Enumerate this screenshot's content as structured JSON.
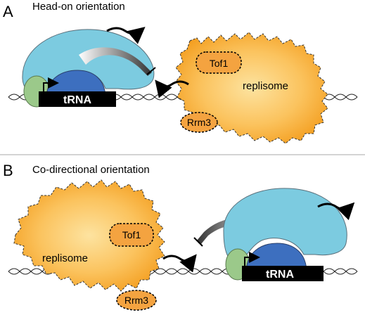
{
  "panel_a": {
    "letter": "A",
    "title": "Head-on orientation",
    "gene_label": "tRNA",
    "replisome_label": "replisome",
    "tof1_label": "Tof1",
    "rrm3_label": "Rrm3"
  },
  "panel_b": {
    "letter": "B",
    "title": "Co-directional orientation",
    "gene_label": "tRNA",
    "replisome_label": "replisome",
    "tof1_label": "Tof1",
    "rrm3_label": "Rrm3"
  },
  "colors": {
    "replisome_center": "#fde3a0",
    "replisome_edge": "#f39c1c",
    "tof1_fill": "#f4a340",
    "pol3_light": "#7ccbe0",
    "pol3_dark": "#3d6fbf",
    "green_factor": "#9bc98a",
    "gene_box": "#000000",
    "divider": "#aaaaaa"
  }
}
